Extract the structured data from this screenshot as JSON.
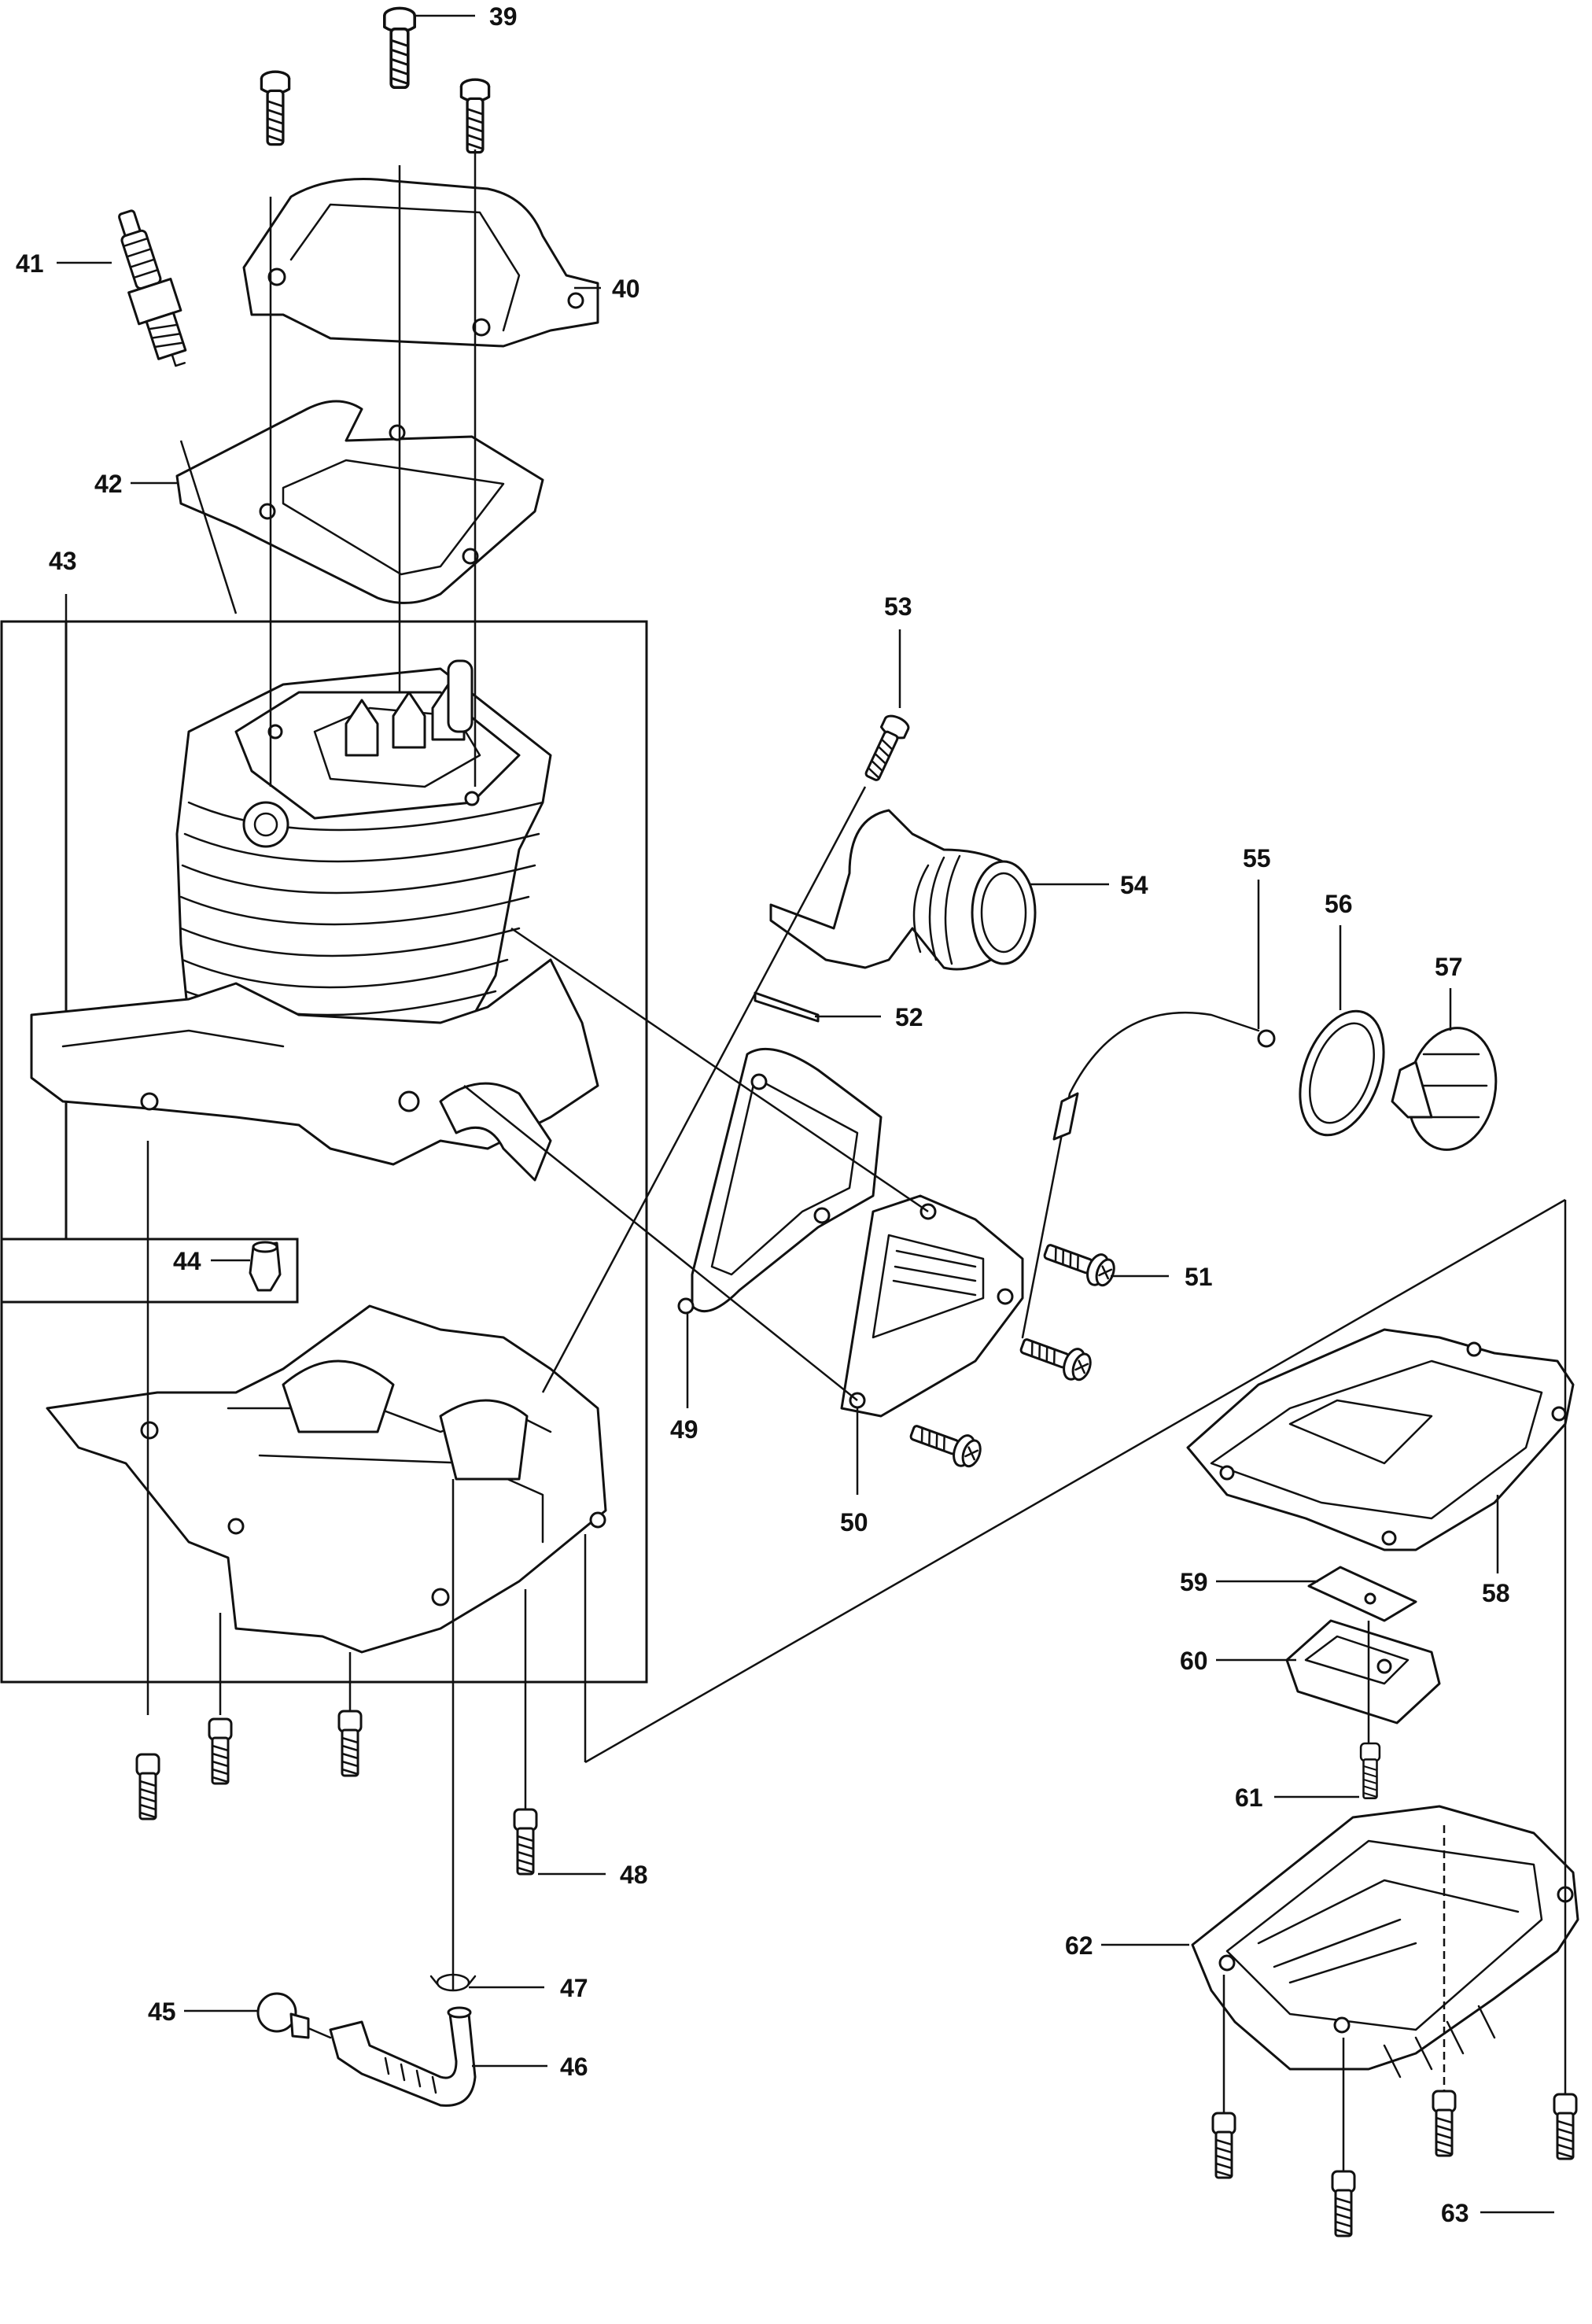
{
  "diagram": {
    "type": "exploded parts diagram",
    "callouts": {
      "p39": "39",
      "p40": "40",
      "p41": "41",
      "p42": "42",
      "p43": "43",
      "p44": "44",
      "p45": "45",
      "p46": "46",
      "p47": "47",
      "p48": "48",
      "p49": "49",
      "p50": "50",
      "p51": "51",
      "p52": "52",
      "p53": "53",
      "p54": "54",
      "p55": "55",
      "p56": "56",
      "p57": "57",
      "p58": "58",
      "p59": "59",
      "p60": "60",
      "p61": "61",
      "p62": "62",
      "p63": "63"
    }
  }
}
